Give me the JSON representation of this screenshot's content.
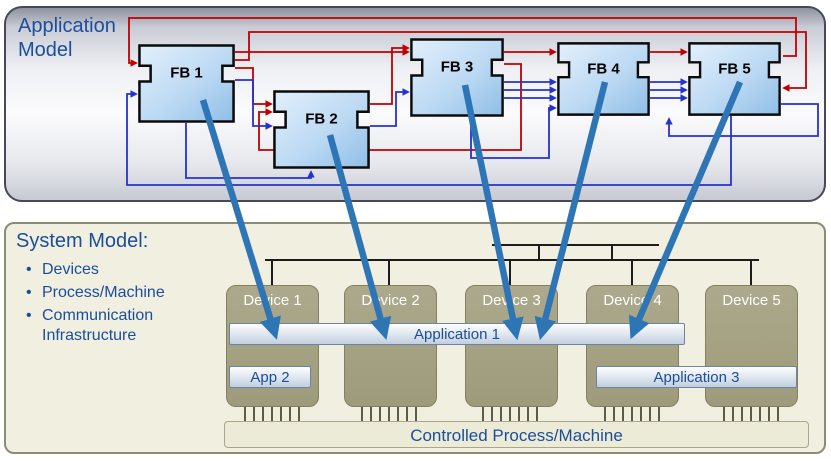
{
  "app_model": {
    "title": "Application Model",
    "blocks": [
      {
        "label": "FB 1"
      },
      {
        "label": "FB 2"
      },
      {
        "label": "FB 3"
      },
      {
        "label": "FB 4"
      },
      {
        "label": "FB 5"
      }
    ]
  },
  "system_model": {
    "title": "System Model:",
    "bullets": [
      "Devices",
      "Process/Machine",
      "Communication Infrastructure"
    ],
    "devices": [
      {
        "label": "Device 1"
      },
      {
        "label": "Device 2"
      },
      {
        "label": "Device 3"
      },
      {
        "label": "Device 4"
      },
      {
        "label": "Device 5"
      }
    ],
    "applications": [
      {
        "label": "Application 1"
      },
      {
        "label": "App 2"
      },
      {
        "label": "Application 3"
      }
    ],
    "process_label": "Controlled Process/Machine"
  },
  "colors": {
    "title_text": "#1B4E9B",
    "event_line": "#C00000",
    "data_line": "#2433CF",
    "mapping_arrow": "#2E75B6",
    "fb_fill": "#BCD9F3",
    "device_fill": "#A3A082",
    "system_bg": "#F0EFE0"
  }
}
